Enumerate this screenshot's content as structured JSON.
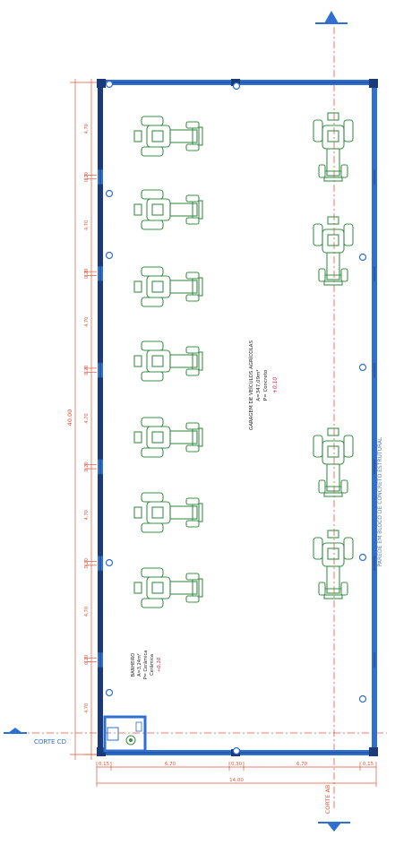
{
  "colors": {
    "wall": "#2f6fd0",
    "wall_dark": "#1a3a7a",
    "dim": "#e0553c",
    "dim_light": "#f0a090",
    "vehicle": "#3e8f4a",
    "label": "#222222",
    "callout": "#5a7ab0"
  },
  "sections": {
    "top_marker": "",
    "cut_cd": "CORTE CD",
    "cut_ab": "CORTE AB"
  },
  "room": {
    "name_line1": "GARAGEM DE VEÍCULOS AGRÍCOLAS",
    "name_line2": "A=347,09m²",
    "name_line3": "P= Concreto",
    "level_mark": "+0,10"
  },
  "bathroom": {
    "name": "BANHEIRO",
    "area": "A=3,24m²",
    "floor": "P= Cerâmica",
    "finish": "Cerâmica",
    "level_mark": "+0,10"
  },
  "wall_note": "PAREDE EM BLOCO DE CONCRETO ESTRUTURAL",
  "dimensions": {
    "overall": "40,00",
    "bays": [
      "4,70",
      "0,20",
      "4,70",
      "0,20",
      "4,70",
      "0,20",
      "4,70",
      "0,20",
      "4,70",
      "0,20",
      "4,70",
      "0,20",
      "4,70"
    ],
    "bottom": [
      "0,15",
      "6,70",
      "0,30",
      "6,70",
      "0,15"
    ],
    "bottom_total": "14,00"
  }
}
